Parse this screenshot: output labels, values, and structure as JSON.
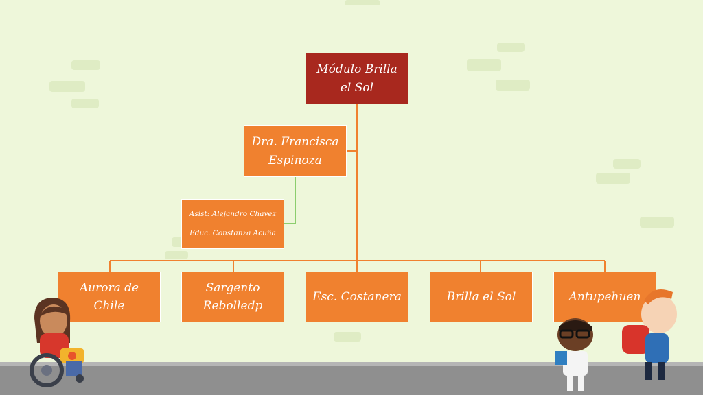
{
  "org_chart": {
    "root": "Módulo Brilla el Sol",
    "director": "Dra. Francisca Espinoza",
    "staff": [
      "Asist: Alejandro Chavez",
      "Educ. Constanza Acuña"
    ],
    "schools": [
      "Aurora de Chile",
      "Sargento Rebolledp",
      "Esc. Costanera",
      "Brilla el Sol",
      "Antupehuen"
    ]
  },
  "colors": {
    "root_box": "#a8281e",
    "node_box": "#f0812f",
    "connector": "#f0812f",
    "staff_connector": "#6cc04a",
    "background": "#eef7da",
    "street": "#8f8f8f"
  }
}
